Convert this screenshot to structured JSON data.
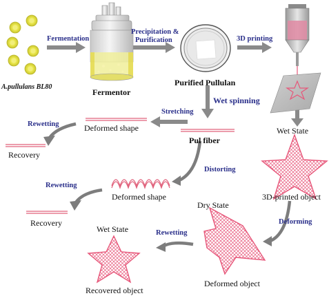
{
  "labels": {
    "organism": "A.pullulans BL80",
    "fermentor": "Fermentor",
    "purified": "Purified Pullulan",
    "pul_fiber": "Pul fiber",
    "deformed_shape_1": "Deformed shape",
    "recovery_1": "Recovery",
    "deformed_shape_2": "Deformed shape",
    "recovery_2": "Recovery",
    "wet_state_1": "Wet State",
    "printed_object": "3D-printed object",
    "dry_state": "Dry State",
    "deformed_object": "Deformed object",
    "wet_state_2": "Wet State",
    "recovered_object": "Recovered object"
  },
  "steps": {
    "fermentation": "Fermentation",
    "precipitation_1": "Precipitation &",
    "precipitation_2": "Purification",
    "printing": "3D printing",
    "wet_spinning": "Wet spinning",
    "stretching": "Stretching",
    "rewetting_1": "Rewetting",
    "distorting": "Distorting",
    "rewetting_2": "Rewetting",
    "deforming": "Deforming",
    "rewetting_3": "Rewetting"
  },
  "colors": {
    "step_text": "#2a2f8a",
    "fiber": "#e0607a",
    "star": "#e7577a",
    "cell": "#e3e04a",
    "arrow": "#8a8a8a"
  }
}
